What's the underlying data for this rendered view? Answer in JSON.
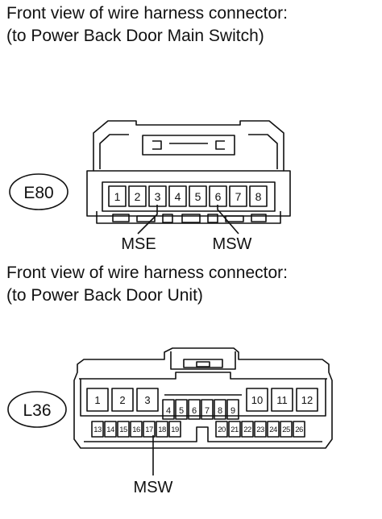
{
  "connector_e80": {
    "title_line1": "Front view of wire harness connector:",
    "title_line2": "(to Power Back Door Main Switch)",
    "id": "E80",
    "pins": [
      "1",
      "2",
      "3",
      "4",
      "5",
      "6",
      "7",
      "8"
    ],
    "signals": [
      {
        "label": "MSE",
        "pin": "3"
      },
      {
        "label": "MSW",
        "pin": "6"
      }
    ]
  },
  "connector_l36": {
    "title_line1": "Front view of wire harness connector:",
    "title_line2": "(to Power Back Door Unit)",
    "id": "L36",
    "pins_left_top": [
      "1",
      "2",
      "3"
    ],
    "pins_middle": [
      "4",
      "5",
      "6",
      "7",
      "8",
      "9"
    ],
    "pins_right_top": [
      "10",
      "11",
      "12"
    ],
    "pins_bottom": [
      "13",
      "14",
      "15",
      "16",
      "17",
      "18",
      "19",
      "20",
      "21",
      "22",
      "23",
      "24",
      "25",
      "26"
    ],
    "signals": [
      {
        "label": "MSW",
        "pin": "17"
      }
    ]
  },
  "colors": {
    "line": "#111111",
    "background": "#ffffff"
  }
}
